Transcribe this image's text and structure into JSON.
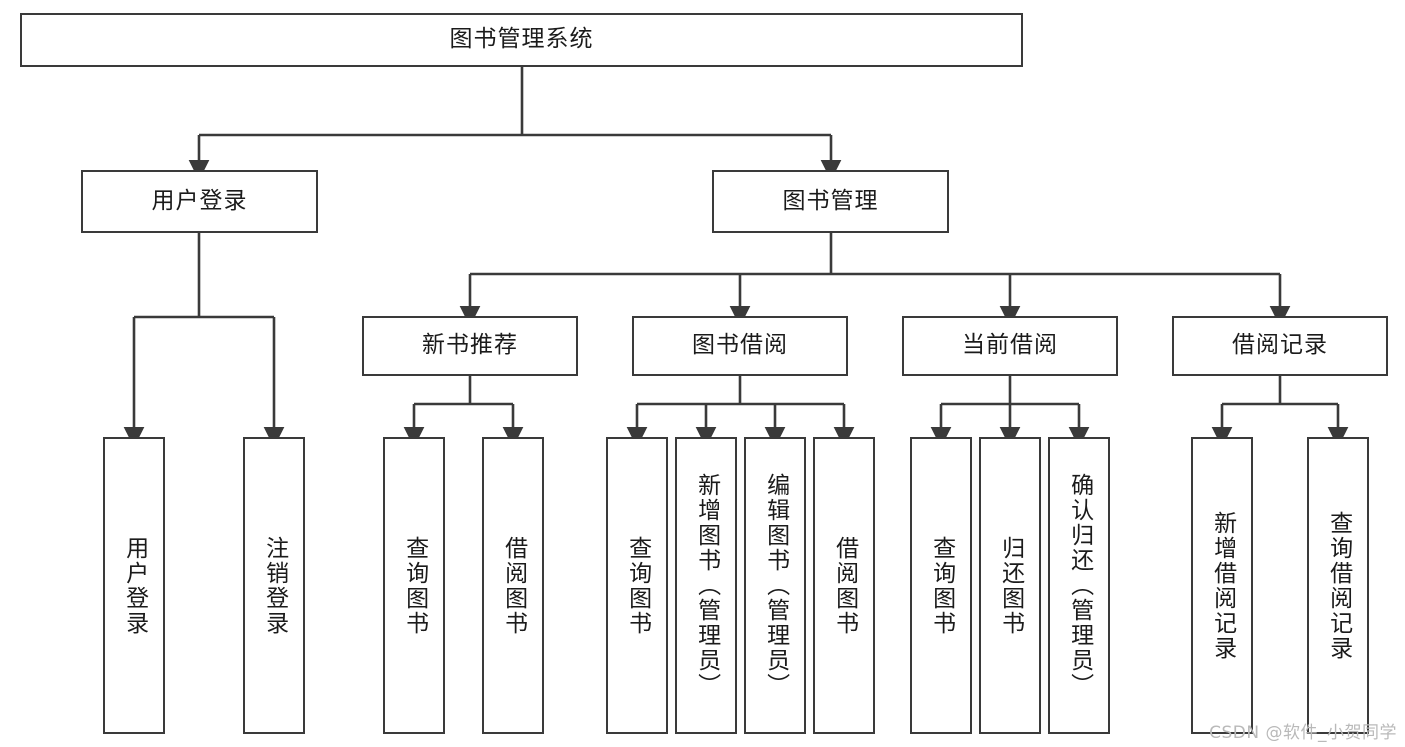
{
  "diagram": {
    "title": "图书管理系统",
    "type": "hierarchy-tree",
    "orientation": "top-down",
    "stroke_color": "#3a3a3a",
    "fill_color": "#ffffff",
    "text_color": "#1b1b1b"
  },
  "root": {
    "label": "图书管理系统"
  },
  "level1": [
    {
      "label": "用户登录"
    },
    {
      "label": "图书管理"
    }
  ],
  "level2": [
    {
      "label": "新书推荐"
    },
    {
      "label": "图书借阅"
    },
    {
      "label": "当前借阅"
    },
    {
      "label": "借阅记录"
    }
  ],
  "leaves": {
    "user_login": [
      {
        "label": "用户登录"
      },
      {
        "label": "注销登录"
      }
    ],
    "new_book_recommend": [
      {
        "label": "查询图书"
      },
      {
        "label": "借阅图书"
      }
    ],
    "book_borrow": [
      {
        "label": "查询图书"
      },
      {
        "label": "新增图书（管理员）"
      },
      {
        "label": "编辑图书（管理员）"
      },
      {
        "label": "借阅图书"
      }
    ],
    "current_borrow": [
      {
        "label": "查询图书"
      },
      {
        "label": "归还图书"
      },
      {
        "label": "确认归还（管理员）"
      }
    ],
    "borrow_record": [
      {
        "label": "新增借阅记录"
      },
      {
        "label": "查询借阅记录"
      }
    ]
  },
  "watermark": {
    "text": "CSDN @软件_小贺同学"
  }
}
